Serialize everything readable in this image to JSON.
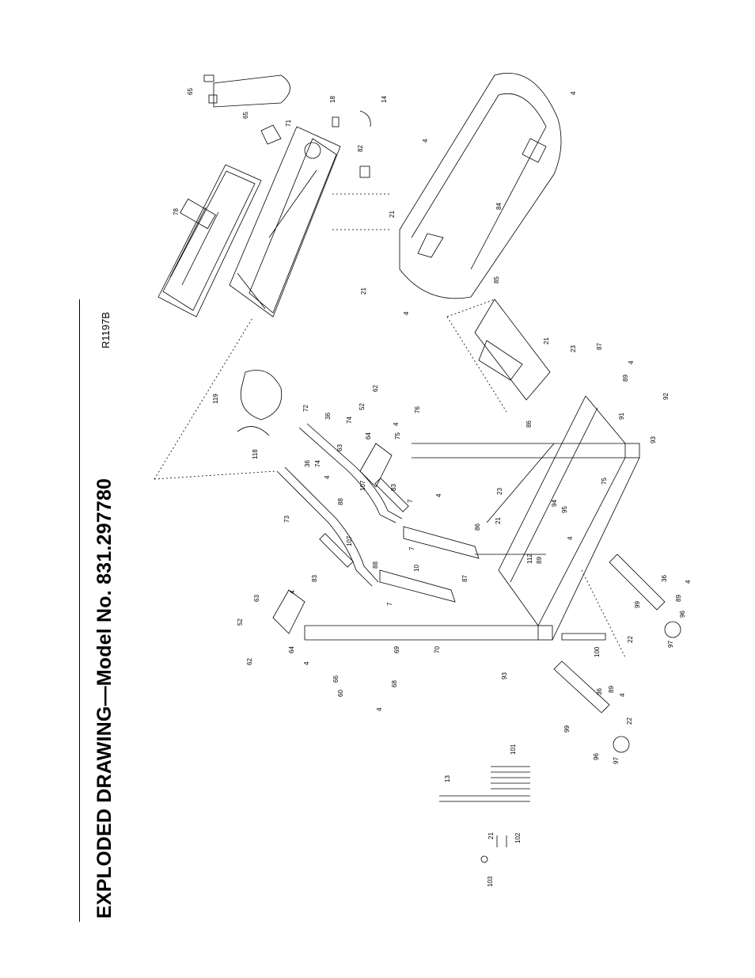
{
  "header": {
    "title": "EXPLODED DRAWING—Model No. 831.297780",
    "drawing_number": "R1197B"
  },
  "part_callouts": [
    "4",
    "4",
    "4",
    "4",
    "4",
    "4",
    "4",
    "4",
    "4",
    "4",
    "4",
    "4",
    "7",
    "7",
    "10",
    "13",
    "14",
    "18",
    "21",
    "21",
    "21",
    "21",
    "21",
    "21",
    "22",
    "22",
    "23",
    "23",
    "36",
    "36",
    "36",
    "36",
    "52",
    "52",
    "60",
    "62",
    "62",
    "63",
    "63",
    "64",
    "64",
    "65",
    "65",
    "66",
    "68",
    "69",
    "70",
    "71",
    "72",
    "73",
    "74",
    "74",
    "75",
    "75",
    "76",
    "78",
    "82",
    "83",
    "83",
    "84",
    "85",
    "86",
    "86",
    "87",
    "87",
    "88",
    "88",
    "89",
    "89",
    "89",
    "91",
    "92",
    "93",
    "93",
    "94",
    "95",
    "96",
    "96",
    "97",
    "97",
    "99",
    "99",
    "100",
    "101",
    "102",
    "103",
    "107",
    "107",
    "112",
    "118",
    "119"
  ]
}
